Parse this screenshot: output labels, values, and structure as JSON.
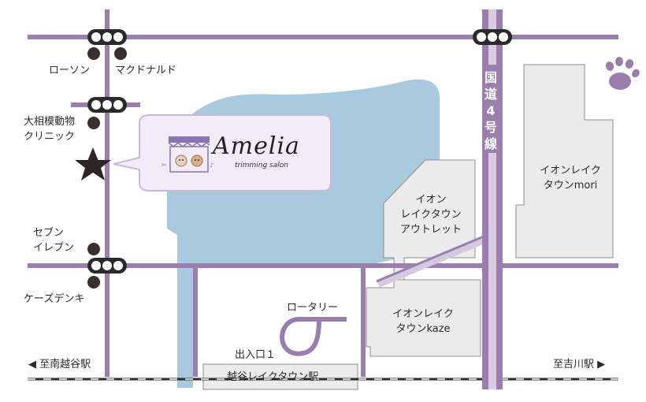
{
  "shop": {
    "name": "Amelia",
    "subtitle": "trimming salon"
  },
  "landmarks": {
    "lawson": "ローソン",
    "mcdonalds": "マクドナルド",
    "clinic_line1": "大相模動物",
    "clinic_line2": "クリニック",
    "seven_line1": "セブン",
    "seven_line2": "イレブン",
    "ksdenki": "ケーズデンキ",
    "rotary": "ロータリー",
    "exit": "出入口１",
    "station": "越谷レイクタウン駅"
  },
  "malls": {
    "mori_line1": "イオンレイク",
    "mori_line2": "タウンmori",
    "outlet_line1": "イオン",
    "outlet_line2": "レイクタウン",
    "outlet_line3": "アウトレット",
    "kaze_line1": "イオンレイク",
    "kaze_line2": "タウンkaze"
  },
  "route": {
    "chars": [
      "国",
      "道",
      "4",
      "号",
      "線"
    ]
  },
  "directions": {
    "left": "◀ 至南越谷駅",
    "right": "至吉川駅 ▶"
  },
  "colors": {
    "road": "#9a7fae",
    "water": "#a9c9df",
    "mall_fill": "#ebebeb",
    "mall_stroke": "#8f8f8f",
    "callout_fill": "#f1ecf8",
    "callout_stroke": "#c9b7dd",
    "paw": "#9a7fae"
  }
}
